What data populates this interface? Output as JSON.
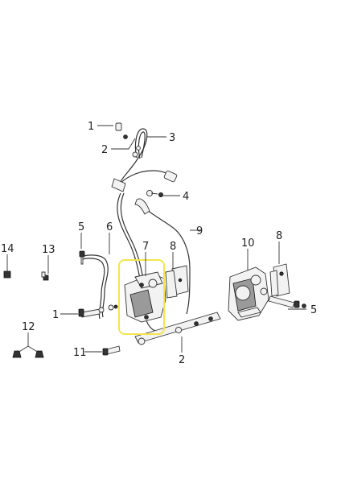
{
  "labels": {
    "l1a": "1",
    "l2a": "2",
    "l3": "3",
    "l4": "4",
    "l5a": "5",
    "l6": "6",
    "l7": "7",
    "l8a": "8",
    "l9": "9",
    "l10": "10",
    "l8b": "8",
    "l14": "14",
    "l13": "13",
    "l1b": "1",
    "l12": "12",
    "l11": "11",
    "l2b": "2",
    "l5b": "5"
  },
  "colors": {
    "highlight": "#f2e54a",
    "line": "#333333"
  }
}
